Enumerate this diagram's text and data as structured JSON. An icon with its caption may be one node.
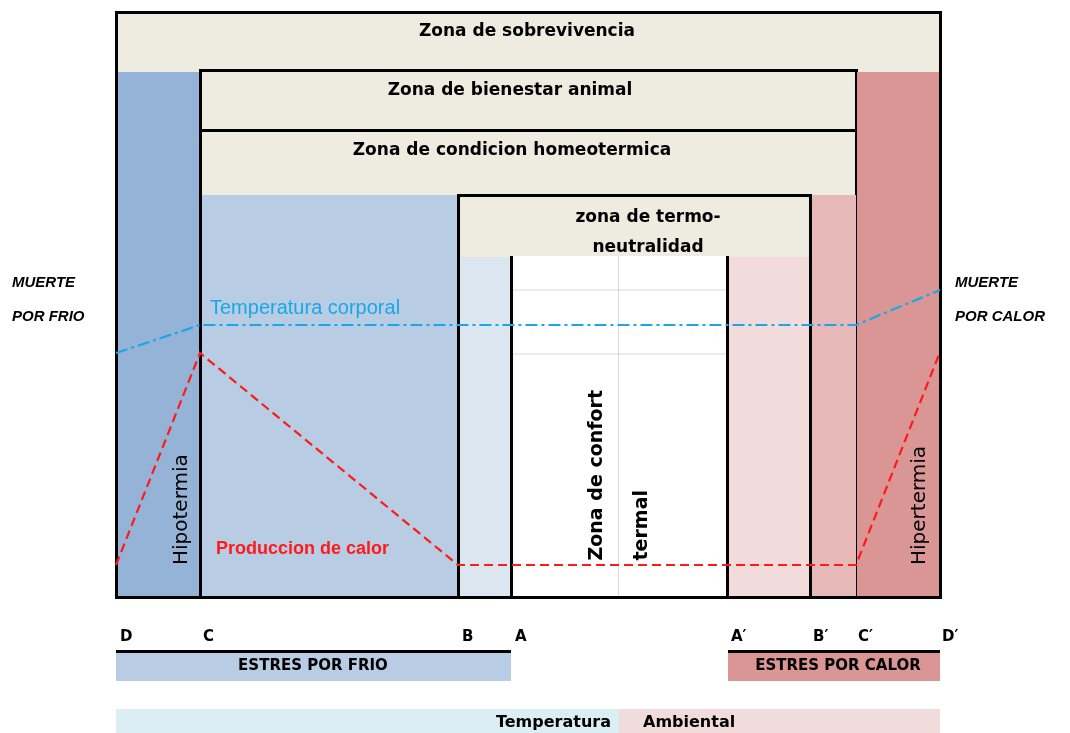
{
  "diagram": {
    "nodes": [
      {
        "text": [
          "Zona de sobrevivencia"
        ]
      },
      {
        "text": [
          "Hipotermia"
        ],
        "in": 0
      },
      {
        "text": [
          "Zona de bienestar animal"
        ],
        "in": 0
      },
      {
        "text": [
          "Hipertermia"
        ],
        "in": 0
      },
      {
        "text": [
          "Zona de condicion homeotermica"
        ],
        "in": 2
      },
      {
        "text": [],
        "shape": "box",
        "in": 4
      },
      {
        "text": [
          "zona de termo- neutralidad"
        ],
        "in": 4
      },
      {
        "text": [],
        "shape": "box",
        "in": 6
      },
      {
        "text": [
          "Zona de confort termal"
        ],
        "in": 6
      },
      {
        "text": [],
        "shape": "box",
        "in": 6
      },
      {
        "text": [],
        "shape": "box",
        "in": 4
      },
      {
        "text": [
          "ESTRES POR FRIO"
        ]
      },
      {
        "text": [
          "ESTRES POR CALOR"
        ]
      },
      {
        "text": [
          "Temperatura"
        ]
      },
      {
        "text": [
          "Ambiental"
        ]
      }
    ],
    "labels": [
      "MUERTE POR FRIO",
      "MUERTE POR CALOR",
      "Temperatura corporal",
      "Produccion de calor",
      "D",
      "C",
      "B",
      "A",
      "A′",
      "B′",
      "C′",
      "D′"
    ]
  }
}
